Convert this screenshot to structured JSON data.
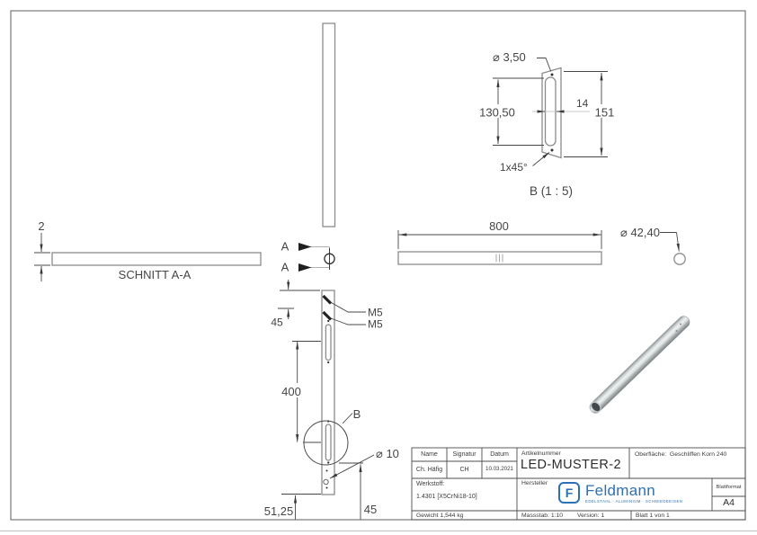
{
  "drawing": {
    "detail_b": {
      "hole_dia": "⌀ 3,50",
      "slot_length": "130,50",
      "slot_width": "14",
      "height": "151",
      "chamfer": "1x45°",
      "caption": "B (1 : 5)"
    },
    "section_view": {
      "thickness": "2",
      "caption": "SCHNITT A-A"
    },
    "cut_marks": {
      "label_top": "A",
      "label_bottom": "A"
    },
    "front_view": {
      "thread_1": "M5",
      "thread_2": "M5",
      "dim_top": "45",
      "dim_slots": "400",
      "detail_ref": "B",
      "hole_dia": "⌀ 10",
      "dim_bottom_left": "51,25",
      "dim_bottom_right": "45"
    },
    "side_view": {
      "length": "800",
      "tube_dia": "⌀ 42,40"
    }
  },
  "title_block": {
    "headers": {
      "name": "Name",
      "signatur": "Signatur",
      "datum": "Datum"
    },
    "values": {
      "name": "Ch. Häfig",
      "signatur": "CH",
      "datum": "10.03.2021"
    },
    "artikelnummer_label": "Artikelnummer",
    "artikelnummer": "LED-MUSTER-2",
    "oberflaeche": "Oberfläche:  Geschliffen Korn 240",
    "werkstoff_label": "Werkstoff:",
    "werkstoff": "1.4301 [X5CrNi18-10]",
    "hersteller_label": "Hersteller",
    "gewicht": "Gewicht 1,544 kg",
    "massstab": "Massstab: 1:10",
    "version": "Version: 1",
    "blatt": "Blatt 1 von 1",
    "blattformat_label": "Blattformat",
    "blattformat": "A4",
    "logo": {
      "mark": "F",
      "brand": "Feldmann",
      "tagline": "EDELSTAHL · ALUMINIUM · SCHMIEDEEISEN"
    }
  },
  "colors": {
    "logo_blue": "#2a72b5",
    "part_line": "#8c8c8c",
    "dim_line": "#474747"
  }
}
